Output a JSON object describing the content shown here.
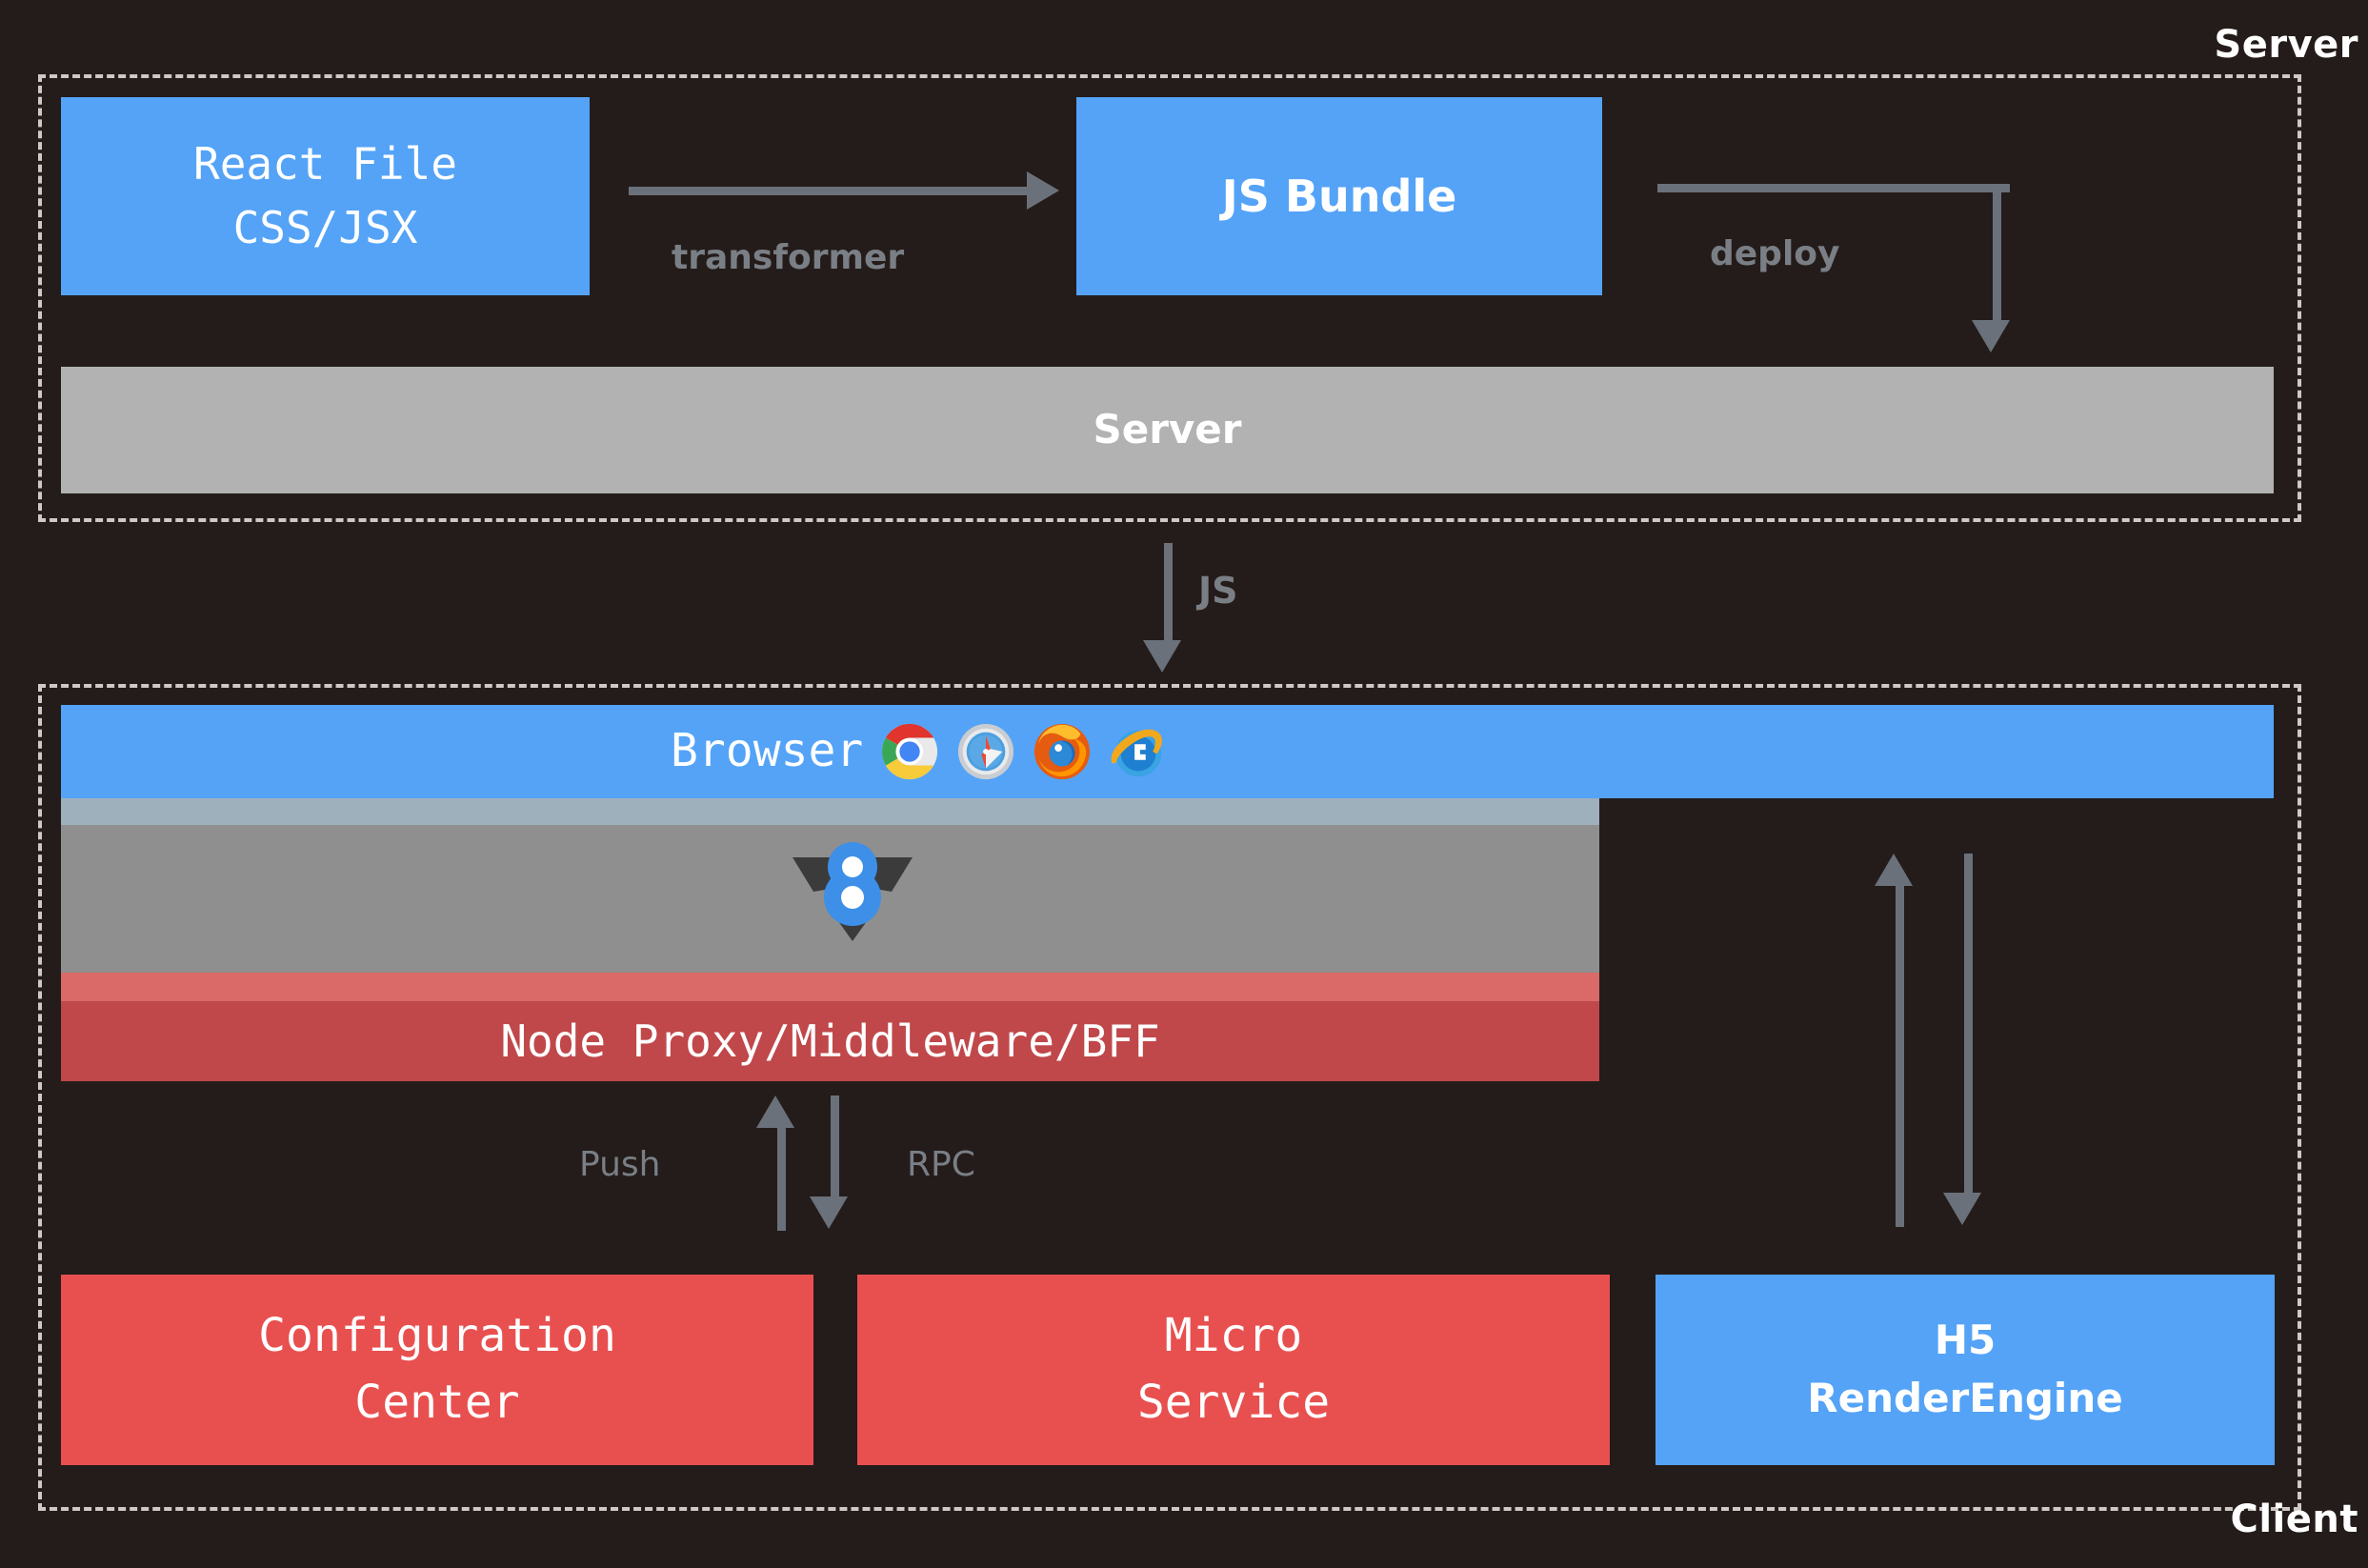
{
  "diagram": {
    "background_color": "#241c1a",
    "accent_blue": "#54a3f7",
    "accent_red": "#e8504f",
    "accent_gray": "#b2b2b2",
    "arrow_color": "#6b717a"
  },
  "zones": {
    "server": {
      "label": "Server"
    },
    "client": {
      "label": "Client"
    }
  },
  "server_zone": {
    "react_box": {
      "line1": "React File",
      "line2": "CSS/JSX"
    },
    "js_bundle_box": {
      "label": "JS Bundle"
    },
    "server_bar": {
      "label": "Server"
    },
    "edges": {
      "transformer": "transformer",
      "deploy": "deploy"
    }
  },
  "link_server_to_client": {
    "label": "JS"
  },
  "client_zone": {
    "browser_bar": {
      "label": "Browser",
      "icons": [
        {
          "name": "chrome-icon",
          "title": "Chrome"
        },
        {
          "name": "safari-icon",
          "title": "Safari"
        },
        {
          "name": "firefox-icon",
          "title": "Firefox"
        },
        {
          "name": "internet-explorer-icon",
          "title": "Internet Explorer"
        }
      ]
    },
    "engine_band": {
      "icon": {
        "name": "v8-engine-icon",
        "title": "V8"
      }
    },
    "node_bar": {
      "label": "Node Proxy/Middleware/BFF"
    },
    "edges": {
      "push": "Push",
      "rpc": "RPC"
    },
    "bottom_boxes": [
      {
        "name": "configuration-center",
        "line1": "Configuration",
        "line2": "Center",
        "color": "#e8504f"
      },
      {
        "name": "micro-service",
        "line1": "Micro",
        "line2": "Service",
        "color": "#e8504f"
      },
      {
        "name": "h5-render-engine",
        "line1": "H5",
        "line2": "RenderEngine",
        "color": "#54a3f7"
      }
    ]
  }
}
